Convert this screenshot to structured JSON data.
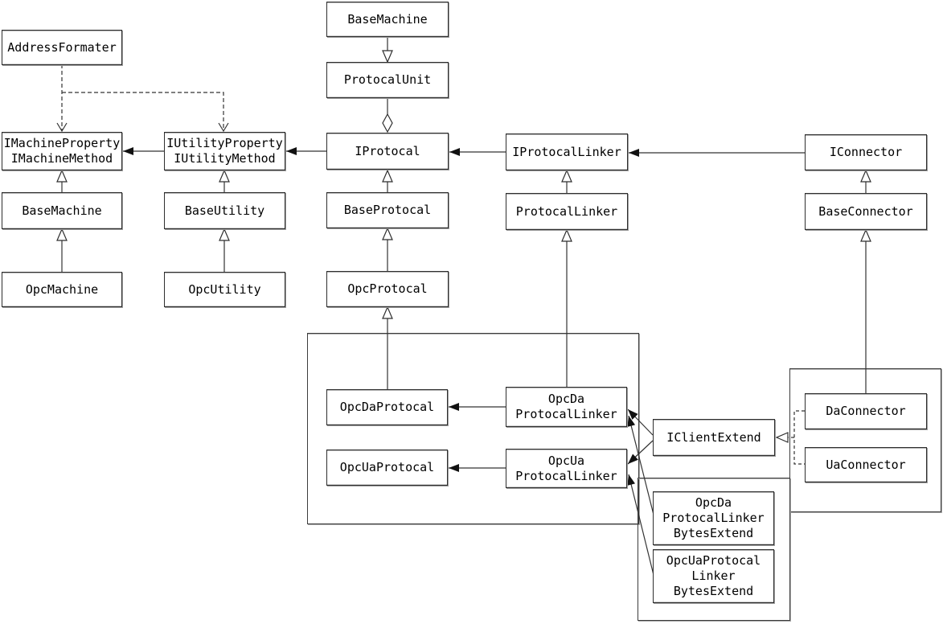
{
  "diagram": {
    "kind": "uml-class-diagram",
    "colors": {
      "background": "#ffffff",
      "box_fill": "#ffffff",
      "box_border": "#2e2e2e",
      "box_shadow": "#9e9e9e",
      "line": "#333333",
      "text": "#000000"
    },
    "nodes": {
      "addressFormater": {
        "label": "AddressFormater"
      },
      "baseMachineTop": {
        "label": "BaseMachine"
      },
      "protocalUnit": {
        "label": "ProtocalUnit"
      },
      "iMachine": {
        "line1": "IMachineProperty",
        "line2": "IMachineMethod"
      },
      "iUtility": {
        "line1": "IUtilityProperty",
        "line2": "IUtilityMethod"
      },
      "iProtocal": {
        "label": "IProtocal"
      },
      "iProtocalLinker": {
        "label": "IProtocalLinker"
      },
      "iConnector": {
        "label": "IConnector"
      },
      "baseMachine": {
        "label": "BaseMachine"
      },
      "baseUtility": {
        "label": "BaseUtility"
      },
      "baseProtocal": {
        "label": "BaseProtocal"
      },
      "protocalLinker": {
        "label": "ProtocalLinker"
      },
      "baseConnector": {
        "label": "BaseConnector"
      },
      "opcMachine": {
        "label": "OpcMachine"
      },
      "opcUtility": {
        "label": "OpcUtility"
      },
      "opcProtocal": {
        "label": "OpcProtocal"
      },
      "opcDaProtocal": {
        "label": "OpcDaProtocal"
      },
      "opcDaProtocalLinker": {
        "line1": "OpcDa",
        "line2": "ProtocalLinker"
      },
      "opcUaProtocal": {
        "label": "OpcUaProtocal"
      },
      "opcUaProtocalLinker": {
        "line1": "OpcUa",
        "line2": "ProtocalLinker"
      },
      "iClientExtend": {
        "label": "IClientExtend"
      },
      "daConnector": {
        "label": "DaConnector"
      },
      "uaConnector": {
        "label": "UaConnector"
      },
      "opcDaBytesExtend": {
        "line1": "OpcDa",
        "line2": "ProtocalLinker",
        "line3": "BytesExtend"
      },
      "opcUaBytesExtend": {
        "line1": "OpcUaProtocal",
        "line2": "Linker",
        "line3": "BytesExtend"
      }
    },
    "edges": [
      {
        "from": "BaseMachine (top)",
        "to": "ProtocalUnit",
        "type": "generalization"
      },
      {
        "from": "ProtocalUnit",
        "to": "IProtocal",
        "type": "aggregation"
      },
      {
        "from": "BaseProtocal",
        "to": "IProtocal",
        "type": "generalization"
      },
      {
        "from": "OpcProtocal",
        "to": "BaseProtocal",
        "type": "generalization"
      },
      {
        "from": "OpcDaProtocal",
        "to": "OpcProtocal",
        "type": "generalization"
      },
      {
        "from": "BaseMachine",
        "to": "IMachineProperty IMachineMethod",
        "type": "generalization"
      },
      {
        "from": "OpcMachine",
        "to": "BaseMachine",
        "type": "generalization"
      },
      {
        "from": "BaseUtility",
        "to": "IUtilityProperty IUtilityMethod",
        "type": "generalization"
      },
      {
        "from": "OpcUtility",
        "to": "BaseUtility",
        "type": "generalization"
      },
      {
        "from": "ProtocalLinker",
        "to": "IProtocalLinker",
        "type": "generalization"
      },
      {
        "from": "OpcDa ProtocalLinker",
        "to": "ProtocalLinker",
        "type": "generalization"
      },
      {
        "from": "BaseConnector",
        "to": "IConnector",
        "type": "generalization"
      },
      {
        "from": "DaConnector",
        "to": "BaseConnector",
        "type": "generalization"
      },
      {
        "from": "IUtilityProperty IUtilityMethod",
        "to": "IMachineProperty IMachineMethod",
        "type": "association"
      },
      {
        "from": "IProtocal",
        "to": "IUtilityProperty IUtilityMethod",
        "type": "association"
      },
      {
        "from": "IProtocalLinker",
        "to": "IProtocal",
        "type": "association"
      },
      {
        "from": "IConnector",
        "to": "IProtocalLinker",
        "type": "association"
      },
      {
        "from": "OpcDa ProtocalLinker",
        "to": "OpcDaProtocal",
        "type": "association"
      },
      {
        "from": "OpcUa ProtocalLinker",
        "to": "OpcUaProtocal",
        "type": "association"
      },
      {
        "from": "IClientExtend",
        "to": "OpcDa ProtocalLinker",
        "type": "association"
      },
      {
        "from": "IClientExtend",
        "to": "OpcUa ProtocalLinker",
        "type": "association"
      },
      {
        "from": "OpcDa ProtocalLinker BytesExtend",
        "to": "OpcDa ProtocalLinker",
        "type": "association"
      },
      {
        "from": "OpcUaProtocal Linker BytesExtend",
        "to": "OpcUa ProtocalLinker",
        "type": "association"
      },
      {
        "from": "AddressFormater",
        "to": "IMachineProperty IMachineMethod",
        "type": "dependency"
      },
      {
        "from": "AddressFormater",
        "to": "IUtilityProperty IUtilityMethod",
        "type": "dependency"
      },
      {
        "from": "DaConnector",
        "to": "IClientExtend",
        "type": "realization"
      },
      {
        "from": "UaConnector",
        "to": "IClientExtend",
        "type": "realization"
      }
    ]
  }
}
